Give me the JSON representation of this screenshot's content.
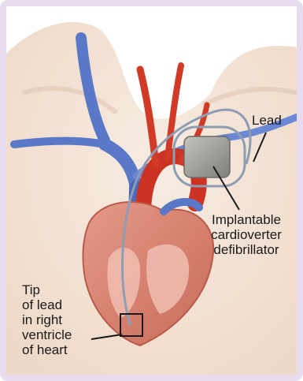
{
  "labels": {
    "lead": "Lead",
    "icd": "Implantable\ncardioverter\ndefibrillator",
    "tip": "Tip\nof lead\nin right\nventricle\nof heart"
  },
  "colors": {
    "frame": "#e6dced",
    "skin": "#f4e2d4",
    "vein": "#5a78c8",
    "artery": "#cc3322",
    "heart": "#d87a6a",
    "device": "#9a9a95"
  }
}
